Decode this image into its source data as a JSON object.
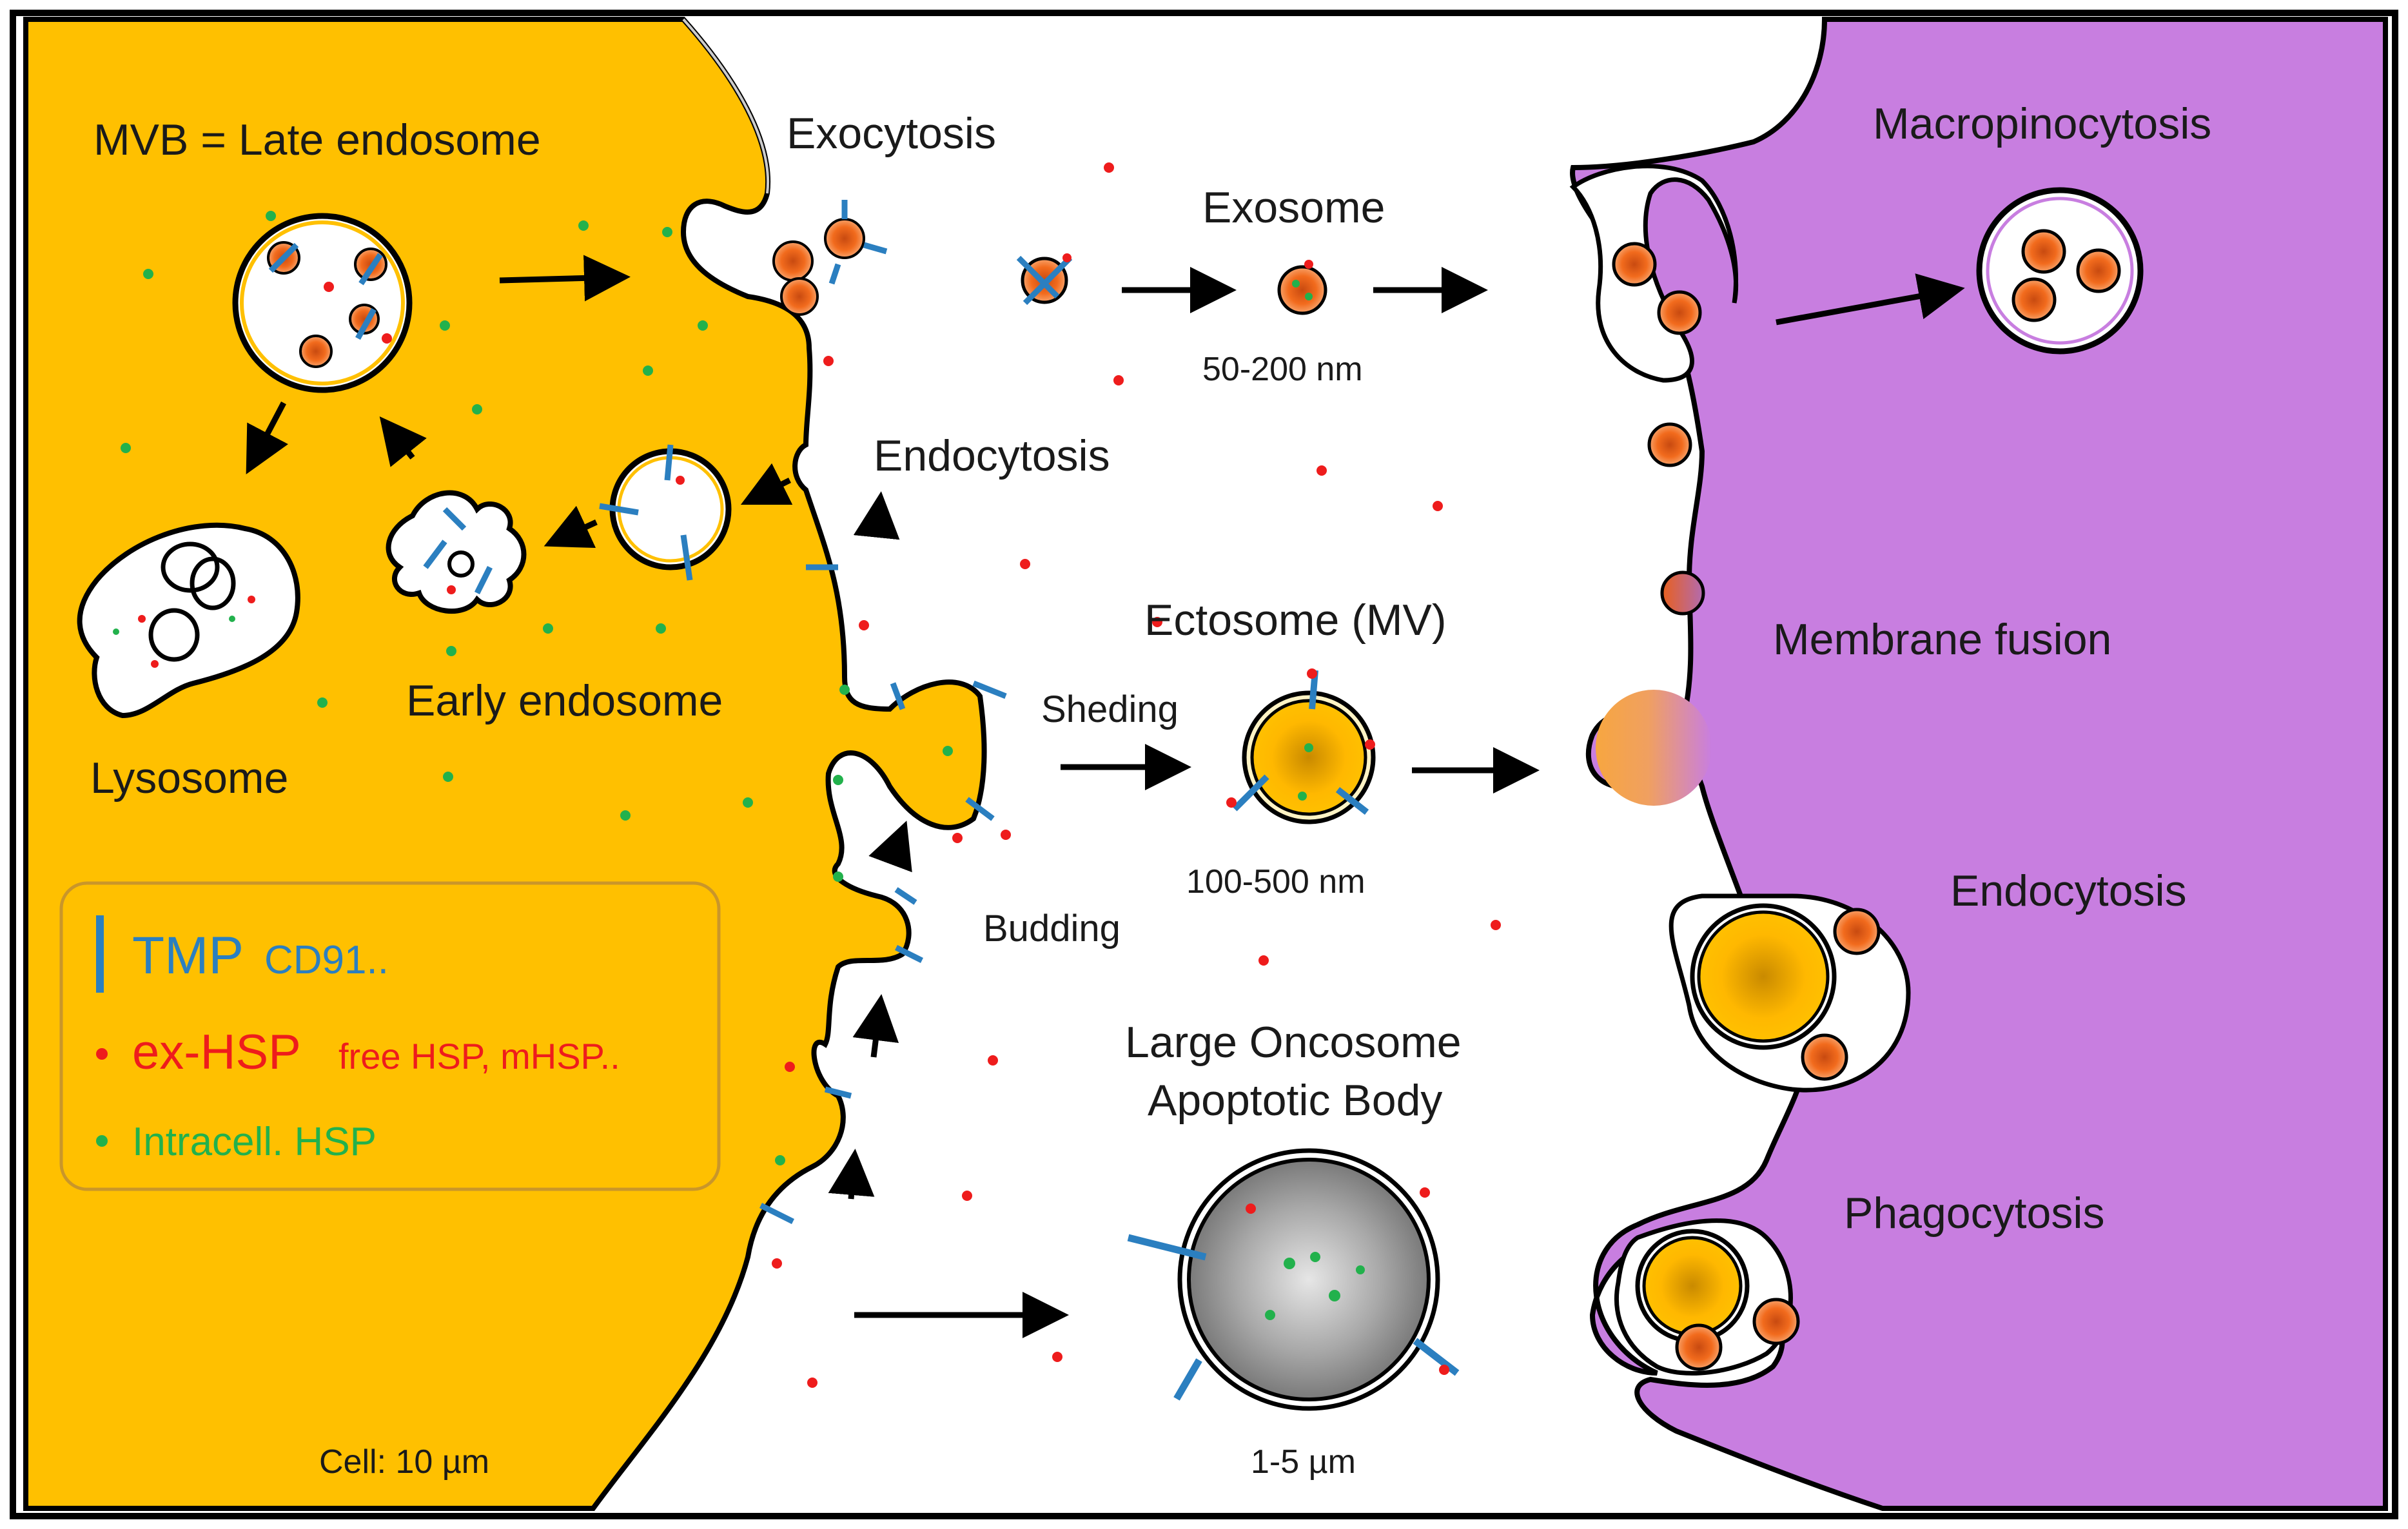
{
  "labels": {
    "mvb": "MVB = Late endosome",
    "exocytosis": "Exocytosis",
    "exosome": "Exosome",
    "exosome_size": "50-200 nm",
    "endocytosis_left": "Endocytosis",
    "early_endosome": "Early endosome",
    "lysosome": "Lysosome",
    "ectosome": "Ectosome (MV)",
    "sheding": "Sheding",
    "ectosome_size": "100-500 nm",
    "budding": "Budding",
    "oncosome_line1": "Large Oncosome",
    "oncosome_line2": "Apoptotic Body",
    "oncosome_size": "1-5 µm",
    "cell_size": "Cell:  10 µm",
    "macropinocytosis": "Macropinocytosis",
    "membrane_fusion": "Membrane fusion",
    "endocytosis_right": "Endocytosis",
    "phagocytosis": "Phagocytosis"
  },
  "legend": {
    "items": [
      {
        "main": "TMP",
        "detail": "CD91..",
        "marker": "bar",
        "color": "#2b7fc0"
      },
      {
        "main": "ex-HSP",
        "detail": "free HSP, mHSP..",
        "marker": "dot",
        "color": "#ee1c1c"
      },
      {
        "main": "Intracell. HSP",
        "detail": "",
        "marker": "dot",
        "color": "#22b14c"
      }
    ]
  },
  "colors": {
    "donor_cell": "#ffc000",
    "recipient_cell": "#c87ee0",
    "tmp": "#2b7fc0",
    "ex_hsp": "#ee1c1c",
    "intracell_hsp": "#22b14c",
    "exosome_fill": "#f26b1d",
    "oncosome_fill": "#8c8c8c"
  }
}
